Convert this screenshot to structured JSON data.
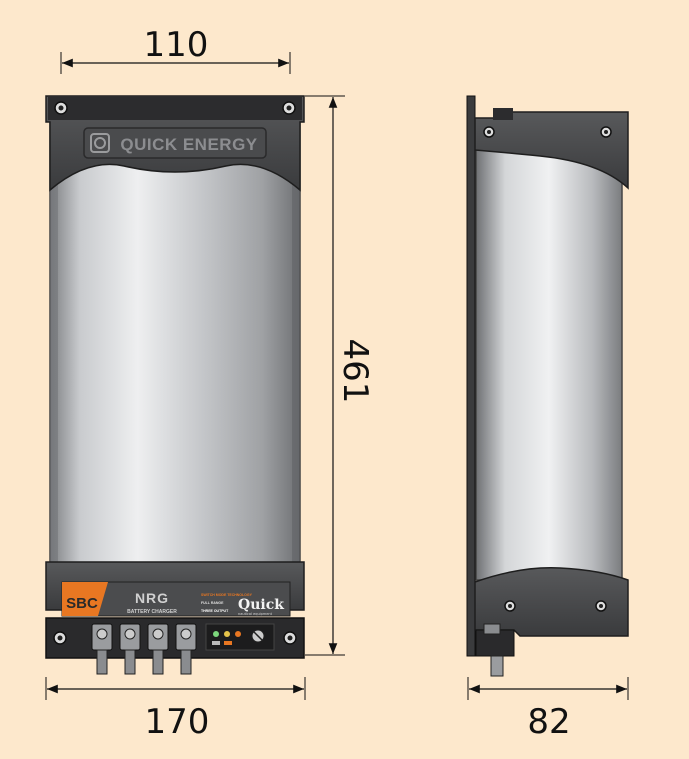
{
  "dimensions": {
    "front_top_width": "110",
    "height": "461",
    "front_width": "170",
    "side_depth": "82"
  },
  "product": {
    "brand_label": "QUICK ENERGY",
    "model_badge": "SBC",
    "model_name": "NRG",
    "model_subtitle": "BATTERY CHARGER",
    "feature_1": "SWITCH MODE TECHNOLOGY",
    "feature_2": "FULL RANGE",
    "feature_3": "THREE OUTPUT",
    "maker_logo": "Quick",
    "maker_tagline": "nautical equipment"
  },
  "colors": {
    "background": "#fde8cc",
    "housing_dark": "#3c3c3e",
    "accent_orange": "#e87722"
  }
}
